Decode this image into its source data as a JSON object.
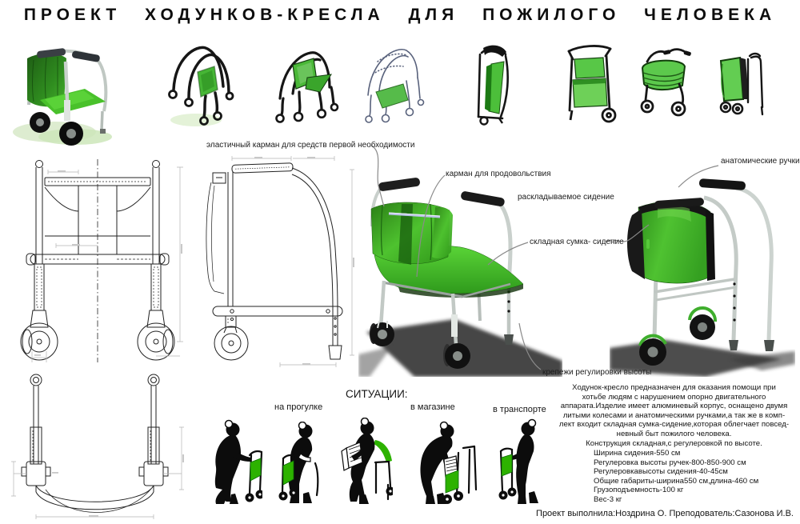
{
  "title": "ПРОЕКТ ХОДУНКОВ-КРЕСЛА ДЛЯ ПОЖИЛОГО ЧЕЛОВЕКА",
  "callouts": {
    "elastic_pocket": "эластичный карман для средств первой необходимости",
    "food_pocket": "карман для продовольствия",
    "folding_seat": "раскладываемое сидение",
    "bag_seat": "складная сумка- сидение",
    "anatomic_handles": "анатомические ручки",
    "height_adjusters": "крепежи регулировки высоты"
  },
  "situations": {
    "heading": "СИТУАЦИИ:",
    "labels": [
      "на прогулке",
      "в магазине",
      "в транспорте"
    ]
  },
  "description_lines": [
    "Ходунок-кресло предназначен для оказания помощи при",
    "хотьбе  людям с нарушением опорно двигательного",
    "аппарата.Изделие имеет алюминевый корпус, оснащено двумя",
    "литыми колесами и анатомическими ручками,а так же в комп-",
    "лект входит складная сумка-сидение,которая облегчает повсед-",
    "невный быт пожилого человека.",
    "Конструкция складная,с регулеровкой по высоте."
  ],
  "specs": [
    "Ширина сидения-550 см",
    "Регулеровка высоты ручек-800-850-900 см",
    "Регулеровкавысоты сидения-40-45см",
    "Общие габариты-ширина550 см,длина-460 см",
    "Грузоподъемность-100 кг",
    "Вес-3 кг"
  ],
  "credits": "Проект выполнила:Ноздрина О.   Преподователь:Сазонова И.В.",
  "colors": {
    "accent_green": "#3fb42a",
    "dark_green": "#1c6312",
    "pictogram_green": "#2db200",
    "frame_gray": "#c7cecb",
    "ink": "#111111",
    "dim_gray": "#b0b0b0"
  }
}
